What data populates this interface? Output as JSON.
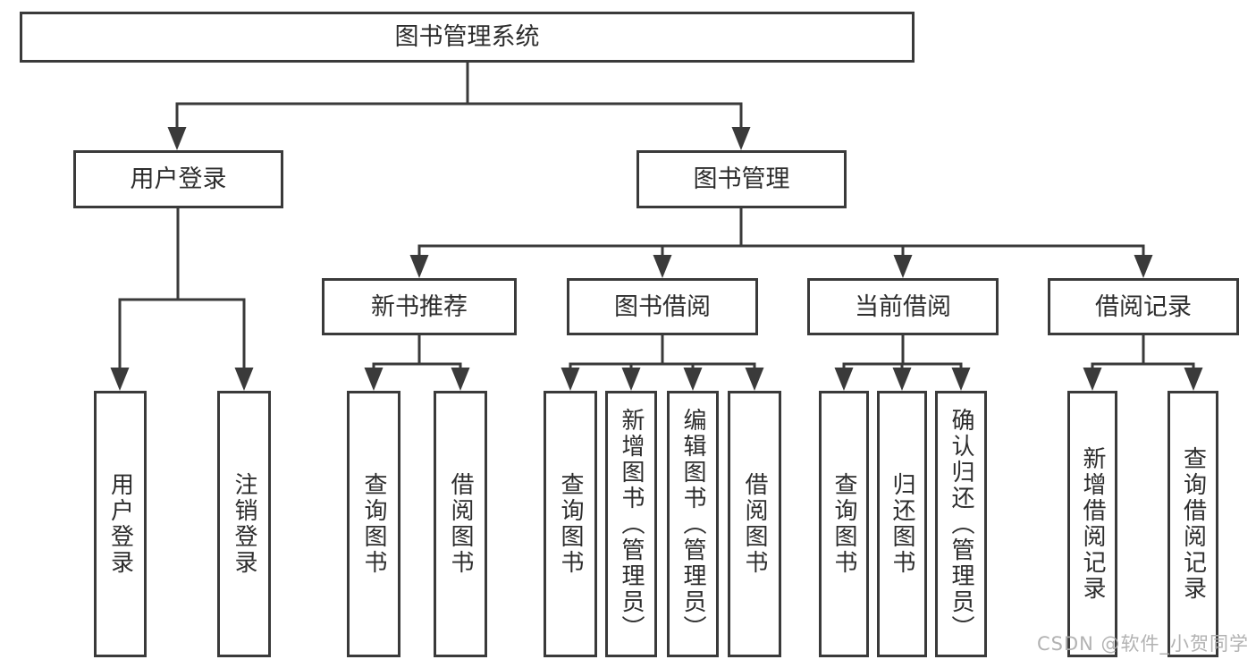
{
  "title": "图书管理系统",
  "tree": {
    "label": "图书管理系统",
    "children": [
      {
        "label": "用户登录",
        "children": [
          {
            "label": "用户登录"
          },
          {
            "label": "注销登录"
          }
        ]
      },
      {
        "label": "图书管理",
        "children": [
          {
            "label": "新书推荐",
            "children": [
              {
                "label": "查询图书"
              },
              {
                "label": "借阅图书"
              }
            ]
          },
          {
            "label": "图书借阅",
            "children": [
              {
                "label": "查询图书"
              },
              {
                "label": "新增图书（管理员）"
              },
              {
                "label": "编辑图书（管理员）"
              },
              {
                "label": "借阅图书"
              }
            ]
          },
          {
            "label": "当前借阅",
            "children": [
              {
                "label": "查询图书"
              },
              {
                "label": "归还图书"
              },
              {
                "label": "确认归还（管理员）"
              }
            ]
          },
          {
            "label": "借阅记录",
            "children": [
              {
                "label": "新增借阅记录"
              },
              {
                "label": "查询借阅记录"
              }
            ]
          }
        ]
      }
    ]
  },
  "watermark": {
    "text": "CSDN @软件_小贺同学"
  },
  "colors": {
    "background": "#ffffff",
    "line": "#3a3a3a",
    "box_border": "#3a3a3a",
    "text": "#2d2d2d",
    "watermark": "#aeaeae"
  }
}
